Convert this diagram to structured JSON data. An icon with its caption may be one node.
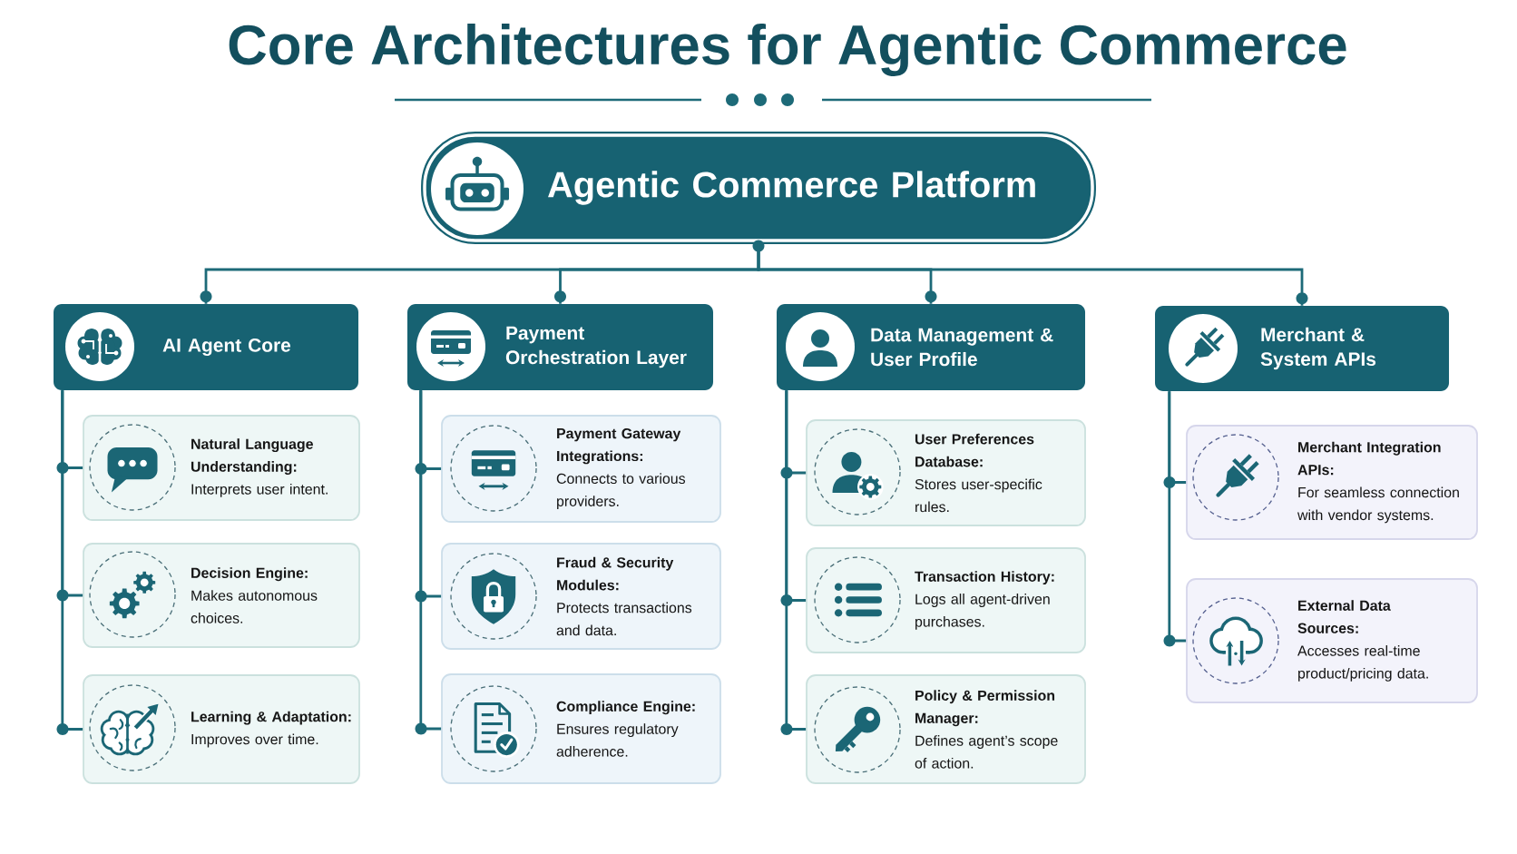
{
  "diagram": {
    "title": "Core Architectures for Agentic Commerce",
    "nodes": [
      {
        "text": [
          "Agentic Commerce Platform"
        ]
      },
      {
        "text": [
          "AI Agent Core"
        ]
      },
      {
        "text": [
          "Payment Orchestration Layer"
        ]
      },
      {
        "text": [
          "Data Management & User Profile"
        ]
      },
      {
        "text": [
          "Merchant & System APIs"
        ]
      },
      {
        "text": [
          "Natural Language Understanding:",
          "Interprets user intent."
        ]
      },
      {
        "text": [
          "Decision Engine:",
          "Makes autonomous choices."
        ]
      },
      {
        "text": [
          "Learning & Adaptation:",
          "Improves over time."
        ]
      },
      {
        "text": [
          "Payment Gateway Integrations:",
          "Connects to various providers."
        ]
      },
      {
        "text": [
          "Fraud & Security Modules:",
          "Protects transactions and data."
        ]
      },
      {
        "text": [
          "Compliance Engine:",
          "Ensures regulatory adherence."
        ]
      },
      {
        "text": [
          "User Preferences Database:",
          "Stores user-specific rules."
        ]
      },
      {
        "text": [
          "Transaction History:",
          "Logs all agent-driven purchases."
        ]
      },
      {
        "text": [
          "Policy & Permission Manager:",
          "Defines agent’s scope of action."
        ]
      },
      {
        "text": [
          "Merchant Integration APIs:",
          "For seamless connection with vendor systems."
        ]
      },
      {
        "text": [
          "External Data Sources:",
          "Accesses real-time product/pricing data."
        ]
      }
    ],
    "edges": [
      {
        "from": 0,
        "to": 1,
        "arrow": "none"
      },
      {
        "from": 0,
        "to": 2,
        "arrow": "none"
      },
      {
        "from": 0,
        "to": 3,
        "arrow": "none"
      },
      {
        "from": 0,
        "to": 4,
        "arrow": "none"
      },
      {
        "from": 1,
        "to": 5,
        "arrow": "none"
      },
      {
        "from": 1,
        "to": 6,
        "arrow": "none"
      },
      {
        "from": 1,
        "to": 7,
        "arrow": "none"
      },
      {
        "from": 2,
        "to": 8,
        "arrow": "none"
      },
      {
        "from": 2,
        "to": 9,
        "arrow": "none"
      },
      {
        "from": 2,
        "to": 10,
        "arrow": "none"
      },
      {
        "from": 3,
        "to": 11,
        "arrow": "none"
      },
      {
        "from": 3,
        "to": 12,
        "arrow": "none"
      },
      {
        "from": 3,
        "to": 13,
        "arrow": "none"
      },
      {
        "from": 4,
        "to": 14,
        "arrow": "none"
      },
      {
        "from": 4,
        "to": 15,
        "arrow": "none"
      }
    ]
  }
}
